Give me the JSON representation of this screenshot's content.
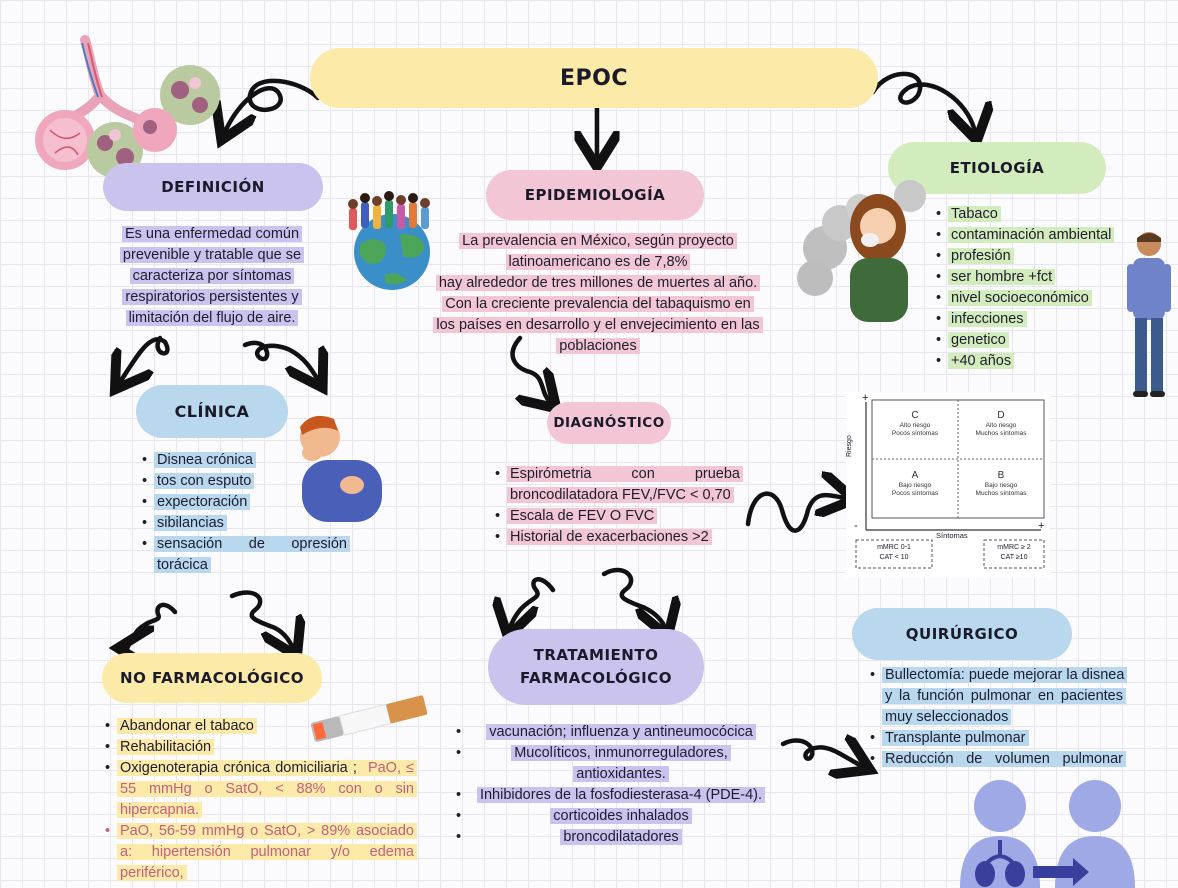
{
  "title": "EPOC",
  "colors": {
    "yellow": "#fbeaa8",
    "purple": "#c9c3ee",
    "pink": "#f2c6d5",
    "green": "#d3ecbe",
    "blue": "#b9d8ee",
    "pink_text": "#c2607f"
  },
  "definicion": {
    "heading": "DEFINICIÓN",
    "lines": [
      "Es una enfermedad común",
      "prevenible y tratable que se",
      "caracteriza por síntomas",
      "respiratorios persistentes y",
      "limitación del flujo de aire."
    ]
  },
  "epidemiologia": {
    "heading": "EPIDEMIOLOGÍA",
    "lines": [
      "La prevalencia en México, según proyecto",
      "latinoamericano es de 7,8%",
      "hay alrededor de tres millones de muertes al año.",
      "Con la creciente prevalencia del tabaquismo en",
      "los países en desarrollo y el envejecimiento en las",
      "poblaciones"
    ]
  },
  "etiologia": {
    "heading": "ETIOLOGÍA",
    "items": [
      "Tabaco",
      "contaminación ambiental",
      "profesión",
      "ser hombre +fct",
      "nivel socioeconómico",
      "infecciones",
      "genetico",
      "+40 años"
    ]
  },
  "clinica": {
    "heading": "CLÍNICA",
    "items": [
      "Disnea crónica",
      "tos con esputo",
      "expectoración",
      "sibilancias",
      "sensación de opresión torácica"
    ]
  },
  "diagnostico": {
    "heading": "DIAGNÓSTICO",
    "items": [
      "Espirómetria con prueba broncodilatadora FEV,/FVC < 0,70",
      "Escala de FEV O FVC",
      "Historial de exacerbaciones >2"
    ]
  },
  "gold_chart": {
    "y_axis": "Riesgo",
    "x_axis": "Síntomas",
    "plus": "+",
    "minus": "-",
    "quadrants": [
      {
        "letter": "C",
        "line1": "Alto riesgo",
        "line2": "Pocos síntomas"
      },
      {
        "letter": "D",
        "line1": "Alto riesgo",
        "line2": "Muchos síntomas"
      },
      {
        "letter": "A",
        "line1": "Bajo riesgo",
        "line2": "Pocos síntomas"
      },
      {
        "letter": "B",
        "line1": "Bajo riesgo",
        "line2": "Muchos síntomas"
      }
    ],
    "left_box": {
      "line1": "mMRC 0-1",
      "line2": "CAT < 10"
    },
    "right_box": {
      "line1": "mMRC ≥ 2",
      "line2": "CAT ≥10"
    }
  },
  "no_farmacologico": {
    "heading": "NO FARMACOLÓGICO",
    "items": [
      {
        "text": "Abandonar el tabaco",
        "pink": false
      },
      {
        "text": "Rehabilitación",
        "pink": false
      },
      {
        "text": "Oxigenoterapia crónica domiciliaria ; ",
        "pink": false,
        "cont": "PaO, ≤ 55 mmHg o SatO, < 88% con o sin hipercapnia."
      },
      {
        "text": "PaO, 56-59 mmHg o SatO, > 89% asociado a: hipertensión pulmonar y/o edema periférico,",
        "pink": true
      }
    ]
  },
  "tratamiento": {
    "heading_1": "TRATAMIENTO",
    "heading_2": "FARMACOLÓGICO",
    "items": [
      "vacunación; influenza y antineumocócica",
      "Mucolíticos, inmunorreguladores, antioxidantes.",
      "Inhibidores de la fosfodiesterasa-4 (PDE-4).",
      "corticoides inhalados",
      "broncodilatadores"
    ]
  },
  "quirurgico": {
    "heading": "QUIRÚRGICO",
    "items": [
      "Bullectomía: puede mejorar la disnea y la función pulmonar en pacientes muy seleccionados",
      "Transplante pulmonar",
      "Reducción de volumen pulmonar"
    ]
  }
}
